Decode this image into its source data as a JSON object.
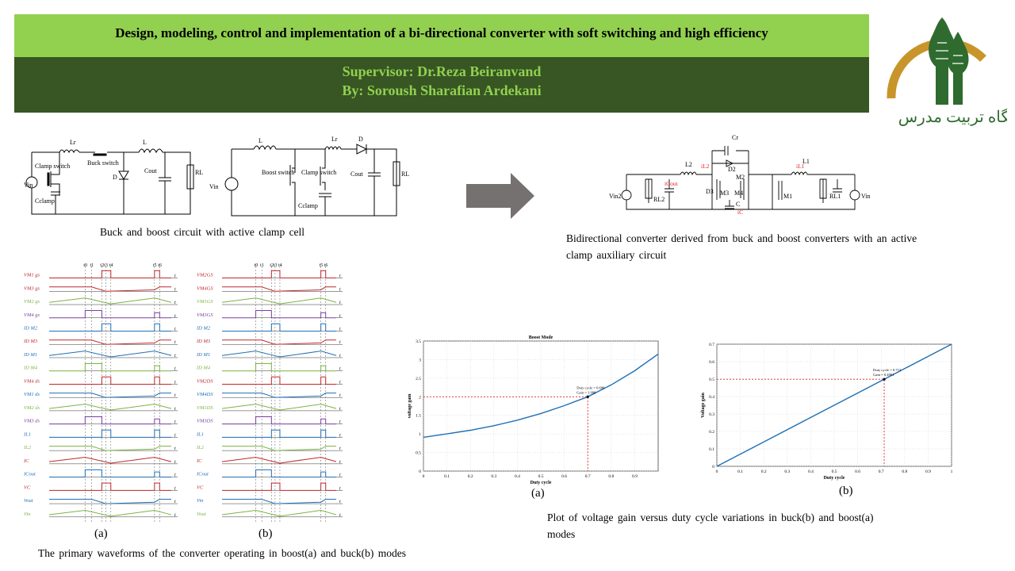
{
  "title": "Design, modeling, control and implementation  of a bi-directional  converter with soft switching  and high efficiency",
  "supervisor": "Supervisor: Dr.Reza  Beiranvand",
  "author": "By: Soroush  Sharafian  Ardekani",
  "logo_text": "دانشگاه تربیت مدرس",
  "captions": {
    "buck_boost": "Buck and boost circuit  with active clamp  cell",
    "bidirectional": "Bidirectional  converter  derived from buck and boost converters  with  an active clamp  auxiliary  circuit",
    "waveforms": "The primary  waveforms  of the converter  operating  in boost(a) and buck(b) modes",
    "gain": "Plot of voltage  gain  versus  duty cycle variations  in  buck(b)  and boost(a) modes"
  },
  "panel_labels": {
    "a": "(a)",
    "b": "(b)"
  },
  "circuits": {
    "left": {
      "lr": "Lr",
      "clamp": "Clamp switch",
      "buck": "Buck switch",
      "d": "D",
      "l": "L",
      "cout": "Cout",
      "rl": "RL",
      "vin": "Vin",
      "cclamp": "Cclamp"
    },
    "right": {
      "l": "L",
      "lr": "Lr",
      "d": "D",
      "boost": "Boost switch",
      "clamp": "Clamp switch",
      "cclamp": "Cclamp",
      "cout": "Cout",
      "rl": "RL",
      "vin": "Vin"
    },
    "bidir": {
      "cr": "Cr",
      "l2": "L2",
      "l1": "L1",
      "d2": "D2",
      "m2": "M2",
      "m3": "M3",
      "m4": "M4",
      "m1": "M1",
      "d3": "D3",
      "c": "C",
      "rl2": "RL2",
      "rl1": "RL1",
      "vin2": "Vin2",
      "vin1": "Vin1",
      "icout": "iCout",
      "il2": "iL2",
      "il1": "iL1",
      "ic": "iC"
    }
  },
  "waveforms": {
    "a_labels": [
      "VM1 gs",
      "VM3 gs",
      "VM2 gs",
      "VM4 gs",
      "ID M2",
      "ID M3",
      "ID M1",
      "ID M4",
      "VM4 ds",
      "VM1 ds",
      "VM2 ds",
      "VM3 ds",
      "IL1",
      "IL2",
      "IC",
      "ICout",
      "VC",
      "Vout",
      "Vin"
    ],
    "a_times": [
      "t0",
      "t1",
      "t2",
      "t3",
      "t4",
      "t5",
      "t6"
    ],
    "b_labels": [
      "VM2GS",
      "VM4GS",
      "VM1GS",
      "VM3GS",
      "ID M2",
      "ID M3",
      "ID M1",
      "ID M4",
      "VM2DS",
      "VM4DS",
      "VM1DS",
      "VM3DS",
      "IL1",
      "IL2",
      "IC",
      "ICout",
      "VC",
      "Vin",
      "Vout"
    ],
    "b_times": [
      "t0",
      "t1",
      "t2",
      "t3",
      "t4",
      "t5",
      "t6"
    ],
    "time_axis": "t"
  },
  "chart_data": [
    {
      "type": "line",
      "title": "Boost Mode",
      "xlabel": "Duty cycle",
      "ylabel": "voltage gain",
      "xlim": [
        0,
        1
      ],
      "ylim": [
        0,
        3.5
      ],
      "x_ticks": [
        "0",
        "0.1",
        "0.2",
        "0.3",
        "0.4",
        "0.5",
        "0.6",
        "0.7",
        "0.8",
        "0.9"
      ],
      "y_ticks": [
        "0",
        "0.5",
        "1",
        "1.5",
        "2",
        "2.5",
        "3",
        "3.5"
      ],
      "series": [
        {
          "x": [
            0,
            0.1,
            0.2,
            0.3,
            0.4,
            0.5,
            0.6,
            0.7,
            0.8,
            0.9,
            1.0
          ],
          "y": [
            0.91,
            1.0,
            1.1,
            1.22,
            1.37,
            1.55,
            1.76,
            2.0,
            2.32,
            2.7,
            3.15
          ]
        }
      ],
      "annotation": {
        "x": 0.7,
        "y": 2.0,
        "text": "Duty cycle = 0.698\nGain = 1.998"
      },
      "grid": true
    },
    {
      "type": "line",
      "title": "",
      "xlabel": "Duty cycle",
      "ylabel": "Voltage gain",
      "xlim": [
        0,
        1
      ],
      "ylim": [
        0,
        0.7
      ],
      "x_ticks": [
        "0",
        "0.1",
        "0.2",
        "0.3",
        "0.4",
        "0.5",
        "0.6",
        "0.7",
        "0.8",
        "0.9",
        "1"
      ],
      "y_ticks": [
        "0",
        "0.1",
        "0.2",
        "0.3",
        "0.4",
        "0.5",
        "0.6",
        "0.7"
      ],
      "series": [
        {
          "x": [
            0,
            0.2,
            0.4,
            0.6,
            0.713,
            0.8,
            1.0
          ],
          "y": [
            0,
            0.14,
            0.28,
            0.42,
            0.4991,
            0.56,
            0.7
          ]
        }
      ],
      "annotation": {
        "x": 0.713,
        "y": 0.4991,
        "text": "Duty cycle = 0.713\nGain = 0.4991"
      },
      "grid": true
    }
  ],
  "colors": {
    "title_bg": "#92d050",
    "subtitle_bg": "#375623",
    "subtitle_text": "#92d050",
    "curve": "#1f6fb5",
    "marker": "#e02020",
    "logo_green": "#2f6b2f",
    "logo_gold": "#c8952a"
  }
}
